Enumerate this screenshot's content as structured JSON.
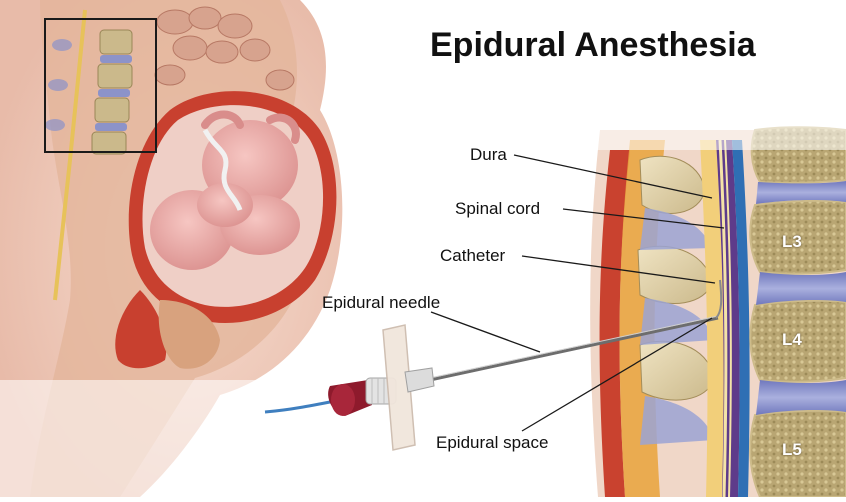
{
  "title": "Epidural Anesthesia",
  "labels": {
    "dura": "Dura",
    "spinal_cord": "Spinal cord",
    "catheter": "Catheter",
    "epidural_needle": "Epidural needle",
    "epidural_space": "Epidural space"
  },
  "vertebrae": [
    "L3",
    "L4",
    "L5"
  ],
  "colors": {
    "skin": "#f2d2c4",
    "uterus_wall": "#c8402f",
    "fetus": "#e9aaa8",
    "bone": "#e7d9b4",
    "bone_marrow": "#b6a577",
    "disc": "#8c93c9",
    "ligament": "#e9a33b",
    "spinal_cord": "#f4e3a8",
    "dura": "#5e3b8a",
    "needle_hub": "#8e1a2c",
    "catheter_tube": "#3f7fbf"
  }
}
